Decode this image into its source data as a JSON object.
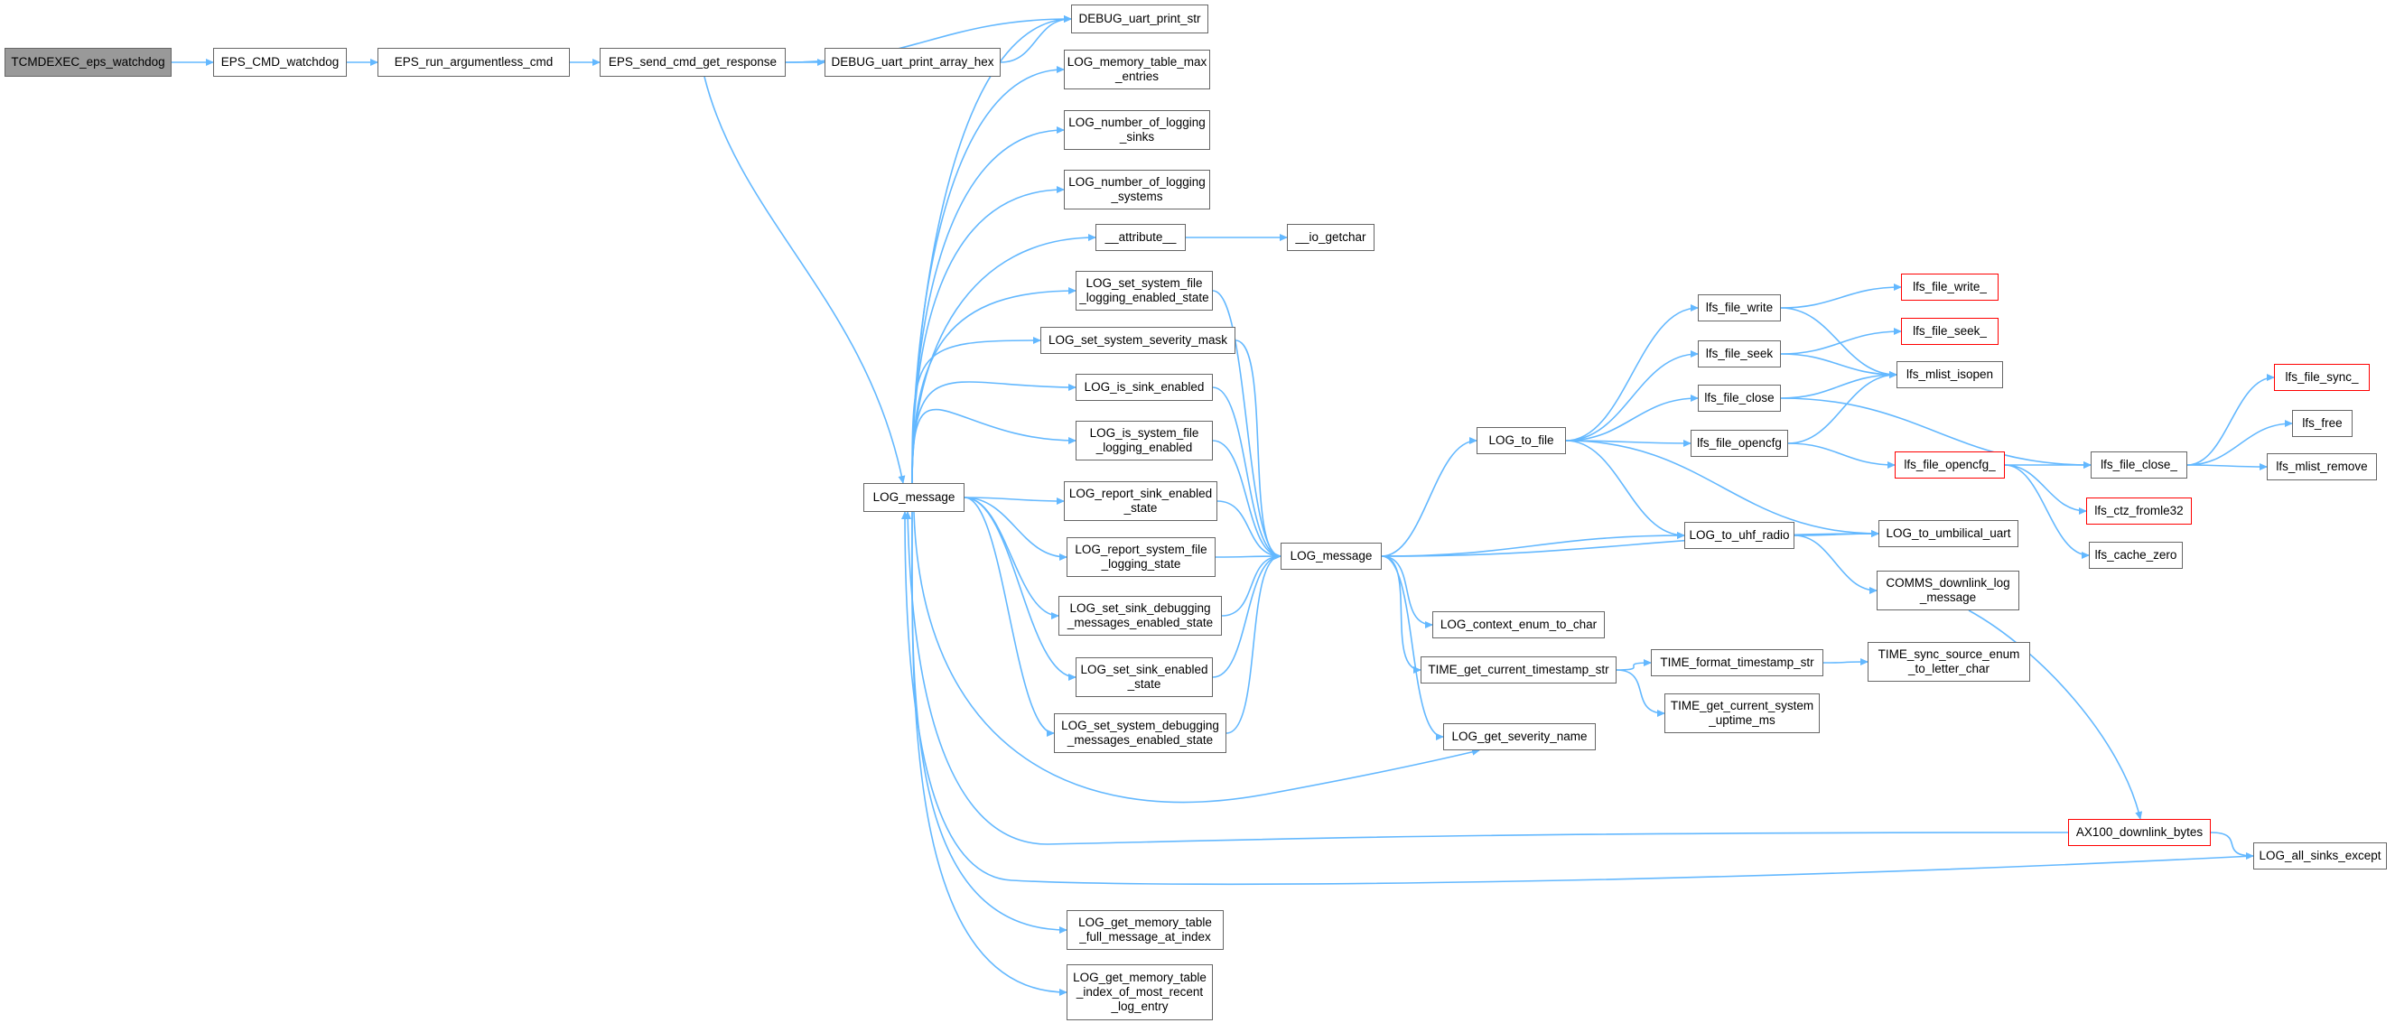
{
  "diagram": {
    "type": "call-graph",
    "style": {
      "edge_color": "#63b8ff",
      "node_border": "#666666",
      "root_fill": "#999999",
      "truncated_border": "#ff0000"
    },
    "nodes": [
      {
        "id": "tcmdexec",
        "label": "TCMDEXEC_eps_watchdog",
        "root": true
      },
      {
        "id": "eps_cmd_wd",
        "label": "EPS_CMD_watchdog"
      },
      {
        "id": "eps_run",
        "label": "EPS_run_argumentless_cmd"
      },
      {
        "id": "eps_send",
        "label": "EPS_send_cmd_get_response"
      },
      {
        "id": "dbg_str",
        "label": "DEBUG_uart_print_str"
      },
      {
        "id": "dbg_hex",
        "label": "DEBUG_uart_print_array_hex"
      },
      {
        "id": "log_msg1",
        "label": "LOG_message"
      },
      {
        "id": "mem_max",
        "label": "LOG_memory_table_max\n_entries"
      },
      {
        "id": "num_sinks",
        "label": "LOG_number_of_logging\n_sinks"
      },
      {
        "id": "num_sys",
        "label": "LOG_number_of_logging\n_systems"
      },
      {
        "id": "attr",
        "label": "__attribute__"
      },
      {
        "id": "getchar",
        "label": "__io_getchar"
      },
      {
        "id": "set_file_log",
        "label": "LOG_set_system_file\n_logging_enabled_state"
      },
      {
        "id": "set_sev",
        "label": "LOG_set_system_severity_mask"
      },
      {
        "id": "is_sink",
        "label": "LOG_is_sink_enabled"
      },
      {
        "id": "is_sys_file",
        "label": "LOG_is_system_file\n_logging_enabled"
      },
      {
        "id": "rep_sink",
        "label": "LOG_report_sink_enabled\n_state"
      },
      {
        "id": "rep_sys_file",
        "label": "LOG_report_system_file\n_logging_state"
      },
      {
        "id": "set_sink_dbg",
        "label": "LOG_set_sink_debugging\n_messages_enabled_state"
      },
      {
        "id": "set_sink_en",
        "label": "LOG_set_sink_enabled\n_state"
      },
      {
        "id": "set_sys_dbg",
        "label": "LOG_set_system_debugging\n_messages_enabled_state"
      },
      {
        "id": "mem_full",
        "label": "LOG_get_memory_table\n_full_message_at_index"
      },
      {
        "id": "mem_idx",
        "label": "LOG_get_memory_table\n_index_of_most_recent\n_log_entry"
      },
      {
        "id": "log_msg2",
        "label": "LOG_message"
      },
      {
        "id": "log_to_file",
        "label": "LOG_to_file"
      },
      {
        "id": "ctx_enum",
        "label": "LOG_context_enum_to_char"
      },
      {
        "id": "ts_str",
        "label": "TIME_get_current_timestamp_str"
      },
      {
        "id": "sev_name",
        "label": "LOG_get_severity_name"
      },
      {
        "id": "fmt_ts",
        "label": "TIME_format_timestamp_str"
      },
      {
        "id": "uptime",
        "label": "TIME_get_current_system\n_uptime_ms"
      },
      {
        "id": "sync_src",
        "label": "TIME_sync_source_enum\n_to_letter_char"
      },
      {
        "id": "f_write",
        "label": "lfs_file_write"
      },
      {
        "id": "f_seek",
        "label": "lfs_file_seek"
      },
      {
        "id": "f_close",
        "label": "lfs_file_close"
      },
      {
        "id": "f_opencfg",
        "label": "lfs_file_opencfg"
      },
      {
        "id": "uhf",
        "label": "LOG_to_uhf_radio"
      },
      {
        "id": "umb",
        "label": "LOG_to_umbilical_uart"
      },
      {
        "id": "comms_dl",
        "label": "COMMS_downlink_log\n_message"
      },
      {
        "id": "f_write_",
        "label": "lfs_file_write_",
        "truncated": true
      },
      {
        "id": "f_seek_",
        "label": "lfs_file_seek_",
        "truncated": true
      },
      {
        "id": "mlist_isopen",
        "label": "lfs_mlist_isopen"
      },
      {
        "id": "f_opencfg_",
        "label": "lfs_file_opencfg_",
        "truncated": true
      },
      {
        "id": "f_close_",
        "label": "lfs_file_close_"
      },
      {
        "id": "f_sync_",
        "label": "lfs_file_sync_",
        "truncated": true
      },
      {
        "id": "lfs_free",
        "label": "lfs_free"
      },
      {
        "id": "mlist_remove",
        "label": "lfs_mlist_remove"
      },
      {
        "id": "crc",
        "label": "lfs_ctz_fromle32",
        "truncated": true
      },
      {
        "id": "cache_zero",
        "label": "lfs_cache_zero"
      },
      {
        "id": "ax100",
        "label": "AX100_downlink_bytes",
        "truncated": true
      },
      {
        "id": "all_sinks",
        "label": "LOG_all_sinks_except"
      }
    ],
    "edges": [
      [
        "tcmdexec",
        "eps_cmd_wd"
      ],
      [
        "eps_cmd_wd",
        "eps_run"
      ],
      [
        "eps_run",
        "eps_send"
      ],
      [
        "eps_send",
        "dbg_str"
      ],
      [
        "eps_send",
        "dbg_hex"
      ],
      [
        "eps_send",
        "log_msg1"
      ],
      [
        "dbg_hex",
        "dbg_str"
      ],
      [
        "log_msg1",
        "dbg_str"
      ],
      [
        "log_msg1",
        "mem_max"
      ],
      [
        "log_msg1",
        "num_sinks"
      ],
      [
        "log_msg1",
        "num_sys"
      ],
      [
        "log_msg1",
        "attr"
      ],
      [
        "log_msg1",
        "set_file_log"
      ],
      [
        "log_msg1",
        "set_sev"
      ],
      [
        "log_msg1",
        "is_sink"
      ],
      [
        "log_msg1",
        "is_sys_file"
      ],
      [
        "log_msg1",
        "rep_sink"
      ],
      [
        "log_msg1",
        "rep_sys_file"
      ],
      [
        "log_msg1",
        "set_sink_dbg"
      ],
      [
        "log_msg1",
        "set_sink_en"
      ],
      [
        "log_msg1",
        "set_sys_dbg"
      ],
      [
        "log_msg1",
        "mem_full"
      ],
      [
        "log_msg1",
        "mem_idx"
      ],
      [
        "log_msg1",
        "sev_name"
      ],
      [
        "attr",
        "getchar"
      ],
      [
        "set_file_log",
        "log_msg2"
      ],
      [
        "set_sev",
        "log_msg2"
      ],
      [
        "is_sink",
        "log_msg2"
      ],
      [
        "is_sys_file",
        "log_msg2"
      ],
      [
        "rep_sink",
        "log_msg2"
      ],
      [
        "rep_sys_file",
        "log_msg2"
      ],
      [
        "set_sink_dbg",
        "log_msg2"
      ],
      [
        "set_sink_en",
        "log_msg2"
      ],
      [
        "set_sys_dbg",
        "log_msg2"
      ],
      [
        "log_msg2",
        "log_to_file"
      ],
      [
        "log_msg2",
        "uhf"
      ],
      [
        "log_msg2",
        "umb"
      ],
      [
        "log_msg2",
        "ctx_enum"
      ],
      [
        "log_msg2",
        "ts_str"
      ],
      [
        "log_msg2",
        "sev_name"
      ],
      [
        "ts_str",
        "fmt_ts"
      ],
      [
        "ts_str",
        "uptime"
      ],
      [
        "fmt_ts",
        "sync_src"
      ],
      [
        "log_to_file",
        "f_write"
      ],
      [
        "log_to_file",
        "f_seek"
      ],
      [
        "log_to_file",
        "f_close"
      ],
      [
        "log_to_file",
        "f_opencfg"
      ],
      [
        "log_to_file",
        "uhf"
      ],
      [
        "log_to_file",
        "umb"
      ],
      [
        "f_write",
        "f_write_"
      ],
      [
        "f_write",
        "mlist_isopen"
      ],
      [
        "f_seek",
        "f_seek_"
      ],
      [
        "f_seek",
        "mlist_isopen"
      ],
      [
        "f_close",
        "mlist_isopen"
      ],
      [
        "f_close",
        "f_close_"
      ],
      [
        "f_opencfg",
        "mlist_isopen"
      ],
      [
        "f_opencfg",
        "f_opencfg_"
      ],
      [
        "f_opencfg_",
        "f_close_"
      ],
      [
        "f_opencfg_",
        "crc"
      ],
      [
        "f_opencfg_",
        "cache_zero"
      ],
      [
        "f_close_",
        "f_sync_"
      ],
      [
        "f_close_",
        "lfs_free"
      ],
      [
        "f_close_",
        "mlist_remove"
      ],
      [
        "uhf",
        "umb"
      ],
      [
        "uhf",
        "comms_dl"
      ],
      [
        "comms_dl",
        "ax100"
      ],
      [
        "ax100",
        "log_msg1"
      ],
      [
        "ax100",
        "all_sinks"
      ],
      [
        "all_sinks",
        "log_msg1"
      ]
    ]
  }
}
